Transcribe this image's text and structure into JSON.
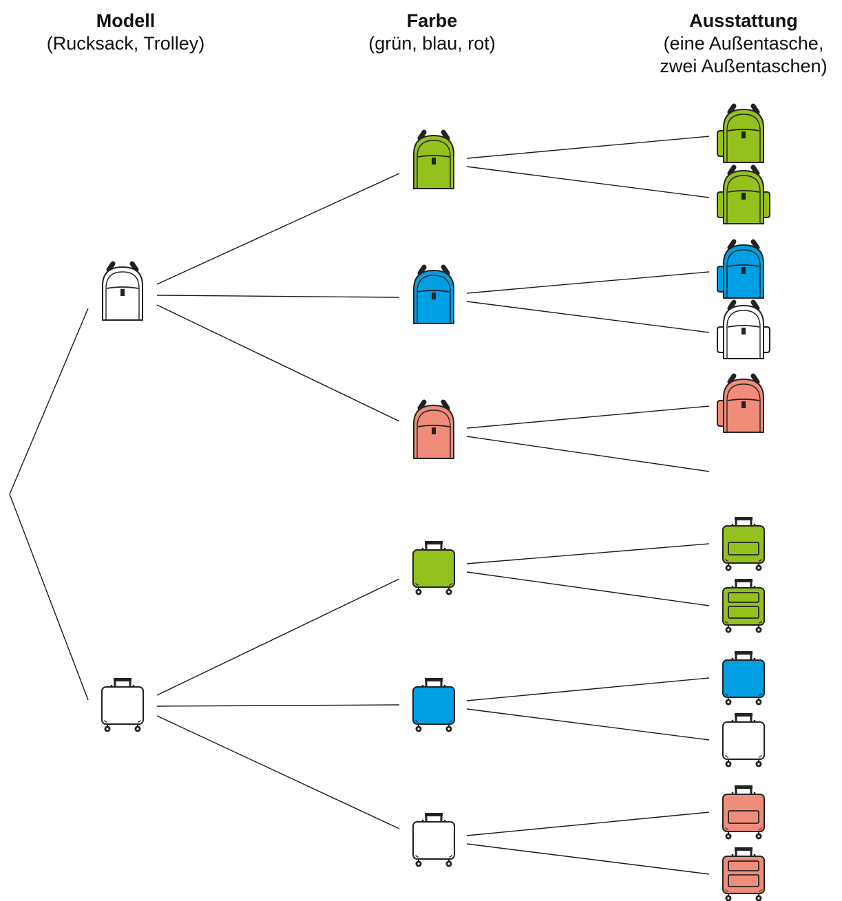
{
  "headers": [
    {
      "title": "Modell",
      "subtitle_lines": [
        "(Rucksack, Trolley)"
      ]
    },
    {
      "title": "Farbe",
      "subtitle_lines": [
        "(grün, blau, rot)"
      ]
    },
    {
      "title": "Ausstattung",
      "subtitle_lines": [
        "(eine Außentasche,",
        "zwei Außentaschen)"
      ]
    }
  ],
  "colors": {
    "gruen": "#95c11f",
    "blau": "#009fe3",
    "rot": "#f08c7a",
    "leer": "#ffffff",
    "line": "#1a1a1a"
  },
  "tree": {
    "models": [
      {
        "model": "Rucksack",
        "icon": "backpack-icon",
        "colors": [
          {
            "color": "gruen",
            "leaves": [
              {
                "fill": "gruen",
                "pockets": 1
              },
              {
                "fill": "gruen",
                "pockets": 2
              }
            ]
          },
          {
            "color": "blau",
            "leaves": [
              {
                "fill": "blau",
                "pockets": 1
              },
              {
                "fill": "leer",
                "pockets": 2
              }
            ]
          },
          {
            "color": "rot",
            "leaves": [
              {
                "fill": "rot",
                "pockets": 1
              },
              null
            ]
          }
        ]
      },
      {
        "model": "Trolley",
        "icon": "trolley-icon",
        "colors": [
          {
            "color": "gruen",
            "leaves": [
              {
                "fill": "gruen",
                "pockets": 1
              },
              {
                "fill": "gruen",
                "pockets": 2
              }
            ]
          },
          {
            "color": "blau",
            "leaves": [
              {
                "fill": "blau",
                "pockets": 0
              },
              {
                "fill": "leer",
                "pockets": 0
              }
            ]
          },
          {
            "color": "leer",
            "leaves": [
              {
                "fill": "rot",
                "pockets": 1
              },
              {
                "fill": "rot",
                "pockets": 2
              }
            ]
          }
        ]
      }
    ]
  }
}
